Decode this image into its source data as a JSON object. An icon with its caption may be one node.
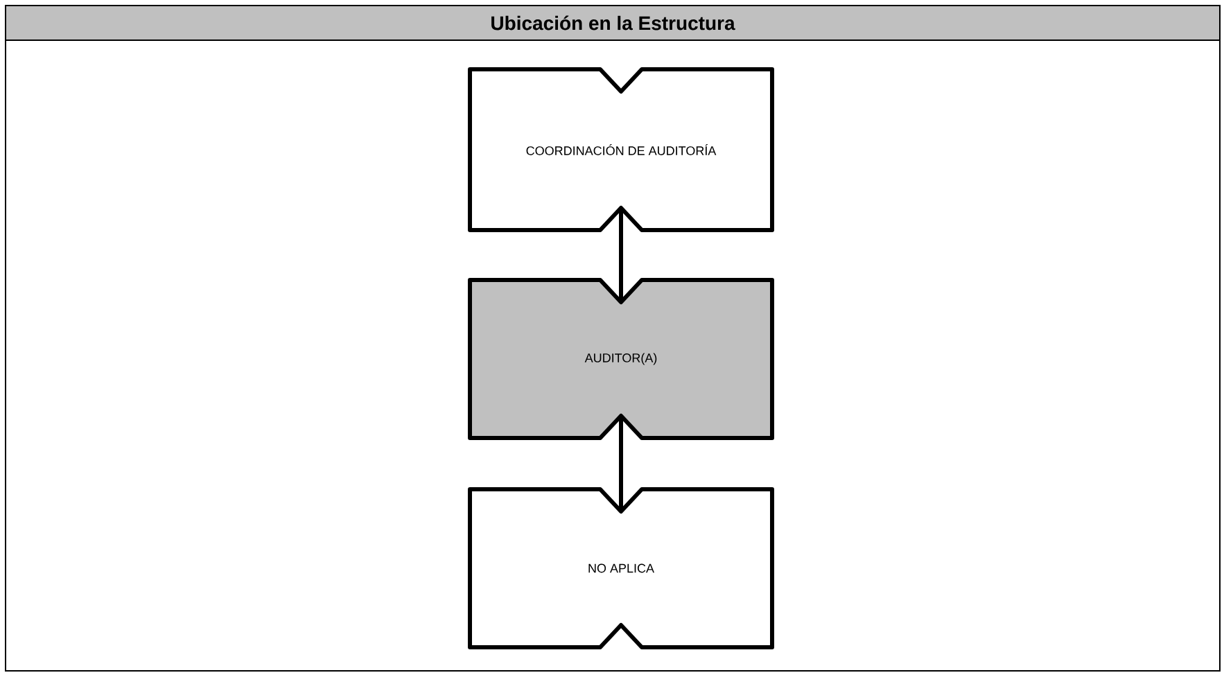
{
  "diagram": {
    "title": "Ubicación en la Estructura",
    "nodes": [
      {
        "text": [
          "COORDINACIÓN DE AUDITORÍA"
        ]
      },
      {
        "text": [
          "AUDITOR(A)"
        ]
      },
      {
        "text": [
          "NO APLICA"
        ]
      }
    ],
    "edges": [
      {
        "from": 0,
        "to": 1,
        "arrow": "none"
      },
      {
        "from": 1,
        "to": 2,
        "arrow": "none"
      }
    ]
  }
}
